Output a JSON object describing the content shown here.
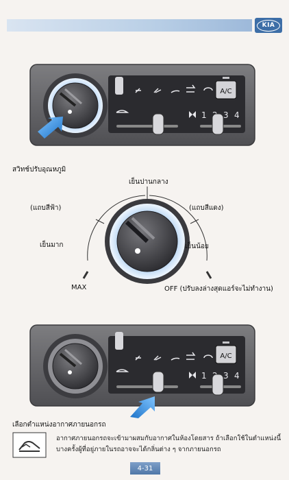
{
  "header": {
    "logo_text": "KIA",
    "bar_color": "#b9cfe6",
    "logo_color": "#3d6ea7"
  },
  "panel_top": {
    "ac_label": "A/C",
    "fan_speeds": [
      "1",
      "2",
      "3",
      "4"
    ],
    "pointer": "temperature-knob"
  },
  "temp_section": {
    "title": "สวิทช์ปรับอุณหภูมิ",
    "label_top": "เย็นปานกลาง",
    "label_left_upper": "(แถบสีฟ้า)",
    "label_right_upper": "(แถบสีแดง)",
    "label_left": "เย็นมาก",
    "label_right": "เย็นน้อย",
    "label_max": "MAX",
    "label_off": "OFF (ปรับลงล่างสุดแอร์จะไม่ทำงาน)"
  },
  "panel_bottom": {
    "ac_label": "A/C",
    "fan_speeds": [
      "1",
      "2",
      "3",
      "4"
    ],
    "pointer": "air-source-lever"
  },
  "outside_section": {
    "title": "เลือกตำแหน่งอากาศภายนอกรถ",
    "icon": "outside-air-icon",
    "desc_line1": "อากาศภายนอกรถจะเข้ามาผสมกับอากาศในห้องโดยสาร  ถ้าเลือกใช้ในตำแหน่งนี้",
    "desc_line2": "บางครั้งผู้ที่อยู่ภายในรถอาจจะได้กลิ่นต่าง ๆ จากภายนอกรถ"
  },
  "footer": {
    "page_number": "4-31"
  }
}
